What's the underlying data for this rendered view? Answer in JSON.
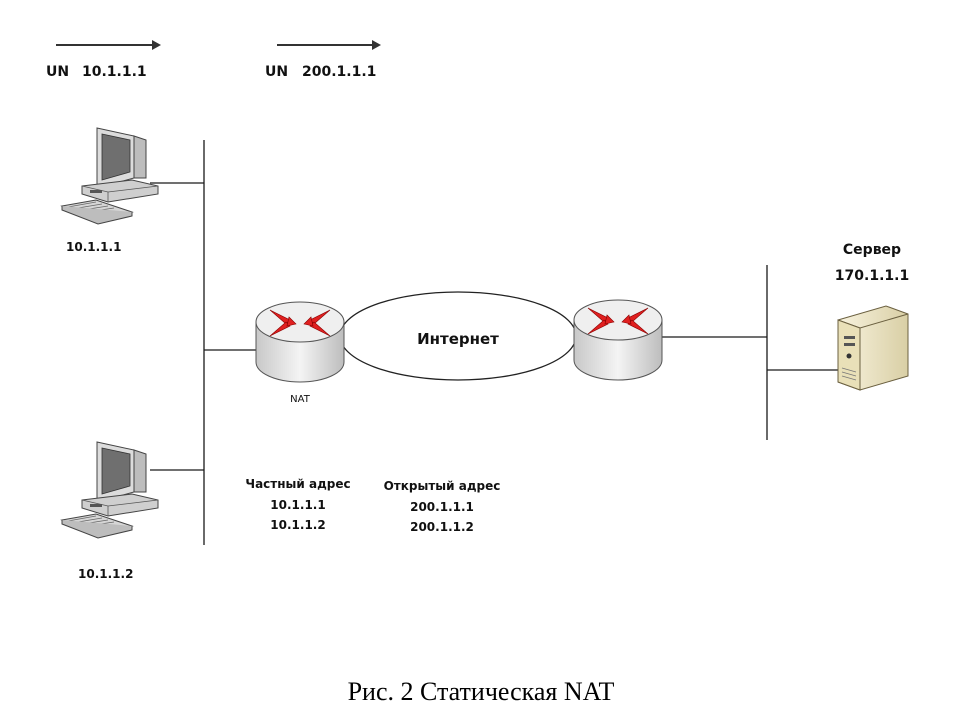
{
  "arrows": [
    {
      "label": "UN",
      "address": "10.1.1.1"
    },
    {
      "label": "UN",
      "address": "200.1.1.1"
    }
  ],
  "hosts": [
    {
      "ip": "10.1.1.1"
    },
    {
      "ip": "10.1.1.2"
    }
  ],
  "nat_router": {
    "label": "NAT"
  },
  "cloud": {
    "label": "Интернет"
  },
  "server": {
    "title": "Сервер",
    "ip": "170.1.1.1"
  },
  "nat_table": {
    "private": {
      "header": "Частный адрес",
      "rows": [
        "10.1.1.1",
        "10.1.1.2"
      ]
    },
    "public": {
      "header": "Открытый адрес",
      "rows": [
        "200.1.1.1",
        "200.1.1.2"
      ]
    }
  },
  "caption": "Рис. 2 Статическая NAT",
  "colors": {
    "router_arrow": "#e02020",
    "router_body": "#d8d8d8",
    "server_body": "#efe7c8"
  }
}
